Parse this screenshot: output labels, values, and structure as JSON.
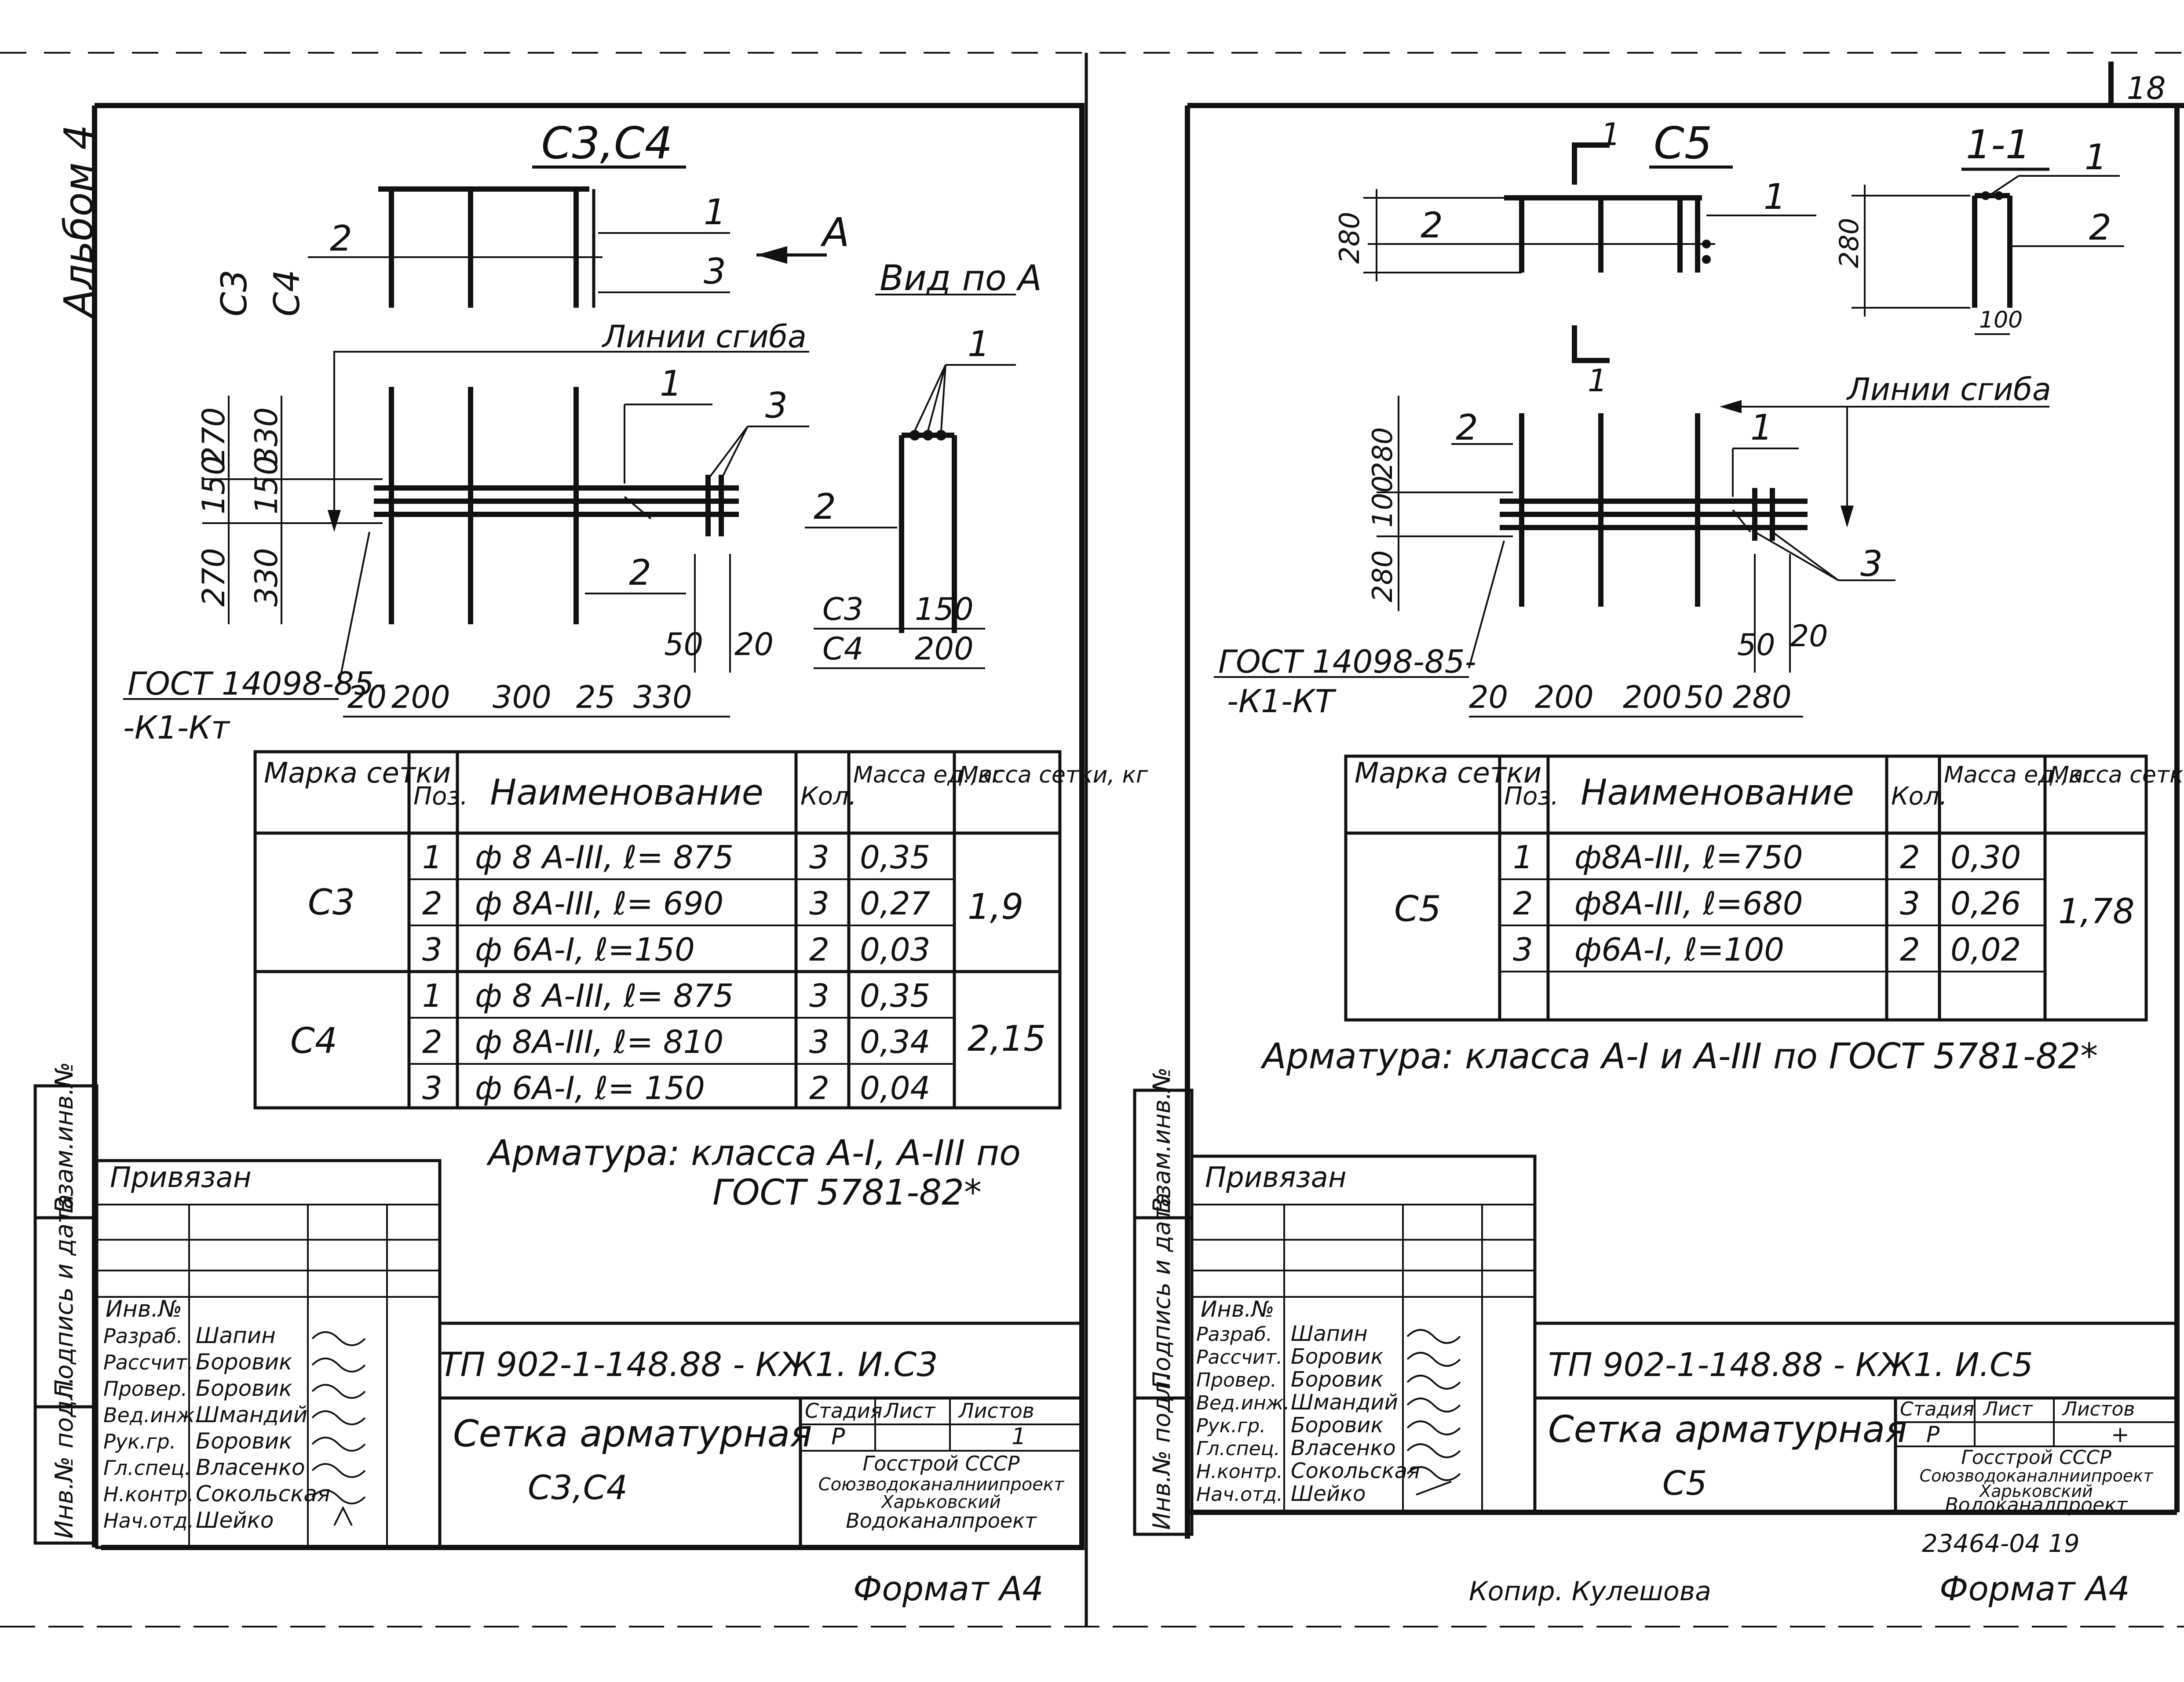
{
  "page_number": "18",
  "album": "Альбом 4",
  "format_left": "Формат А4",
  "format_right": "Формат А4",
  "copier": "Копир. Кулешова",
  "archive_number": "23464-04 19",
  "margin_labels": [
    "Инв.№ подл.",
    "Подпись и дата",
    "Взам.инв.№"
  ],
  "sheets": [
    {
      "id": "c3c4",
      "plan_title": "С3,С4",
      "side_labels": [
        "С3",
        "С4"
      ],
      "view_label": "Вид по А",
      "arrow_letter": "А",
      "bend_label": "Линии сгиба",
      "gost_label_1": "ГОСТ 14098-85-",
      "gost_label_2": "-К1-Кт",
      "pos_labels": [
        "1",
        "2",
        "3"
      ],
      "vert_dims": [
        "270",
        "150",
        "270"
      ],
      "vert_dims_2": [
        "330",
        "150",
        "330"
      ],
      "horiz_dims": [
        "20",
        "200",
        "300",
        "25",
        "330"
      ],
      "small_dims": [
        "50",
        "20"
      ],
      "section_table": [
        [
          "С3",
          "150"
        ],
        [
          "С4",
          "200"
        ]
      ],
      "table": {
        "headers": [
          "Марка сетки",
          "Поз.",
          "Наименование",
          "Кол.",
          "Масса ед.,кг",
          "Масса сетки, кг"
        ],
        "groups": [
          {
            "mark": "С3",
            "total": "1,9",
            "rows": [
              [
                "1",
                "ф 8 А-III, ℓ= 875",
                "3",
                "0,35"
              ],
              [
                "2",
                "ф 8А-III, ℓ= 690",
                "3",
                "0,27"
              ],
              [
                "3",
                "ф 6А-I, ℓ=150",
                "2",
                "0,03"
              ]
            ]
          },
          {
            "mark": "С4",
            "total": "2,15",
            "rows": [
              [
                "1",
                "ф 8 А-III, ℓ= 875",
                "3",
                "0,35"
              ],
              [
                "2",
                "ф 8А-III, ℓ= 810",
                "3",
                "0,34"
              ],
              [
                "3",
                "ф 6А-I, ℓ= 150",
                "2",
                "0,04"
              ]
            ]
          }
        ]
      },
      "note_1": "Арматура: класса А-I, А-III по",
      "note_2": "ГОСТ 5781-82*",
      "stamp": {
        "bound": "Привязан",
        "inv": "Инв.№",
        "doc_code": "ТП 902-1-148.88 - КЖ1. И.С3",
        "title_1": "Сетка арматурная",
        "title_2": "С3,С4",
        "stage_h": "Стадия",
        "sheet_h": "Лист",
        "sheets_h": "Листов",
        "stage": "Р",
        "sheet": "",
        "sheets": "1",
        "org_1": "Госстрой СССР",
        "org_2": "Союзводоканалниипроект",
        "org_3": "Харьковский",
        "org_4": "Водоканалпроект",
        "people": [
          [
            "Разраб.",
            "Шапин"
          ],
          [
            "Рассчит.",
            "Боровик"
          ],
          [
            "Провер.",
            "Боровик"
          ],
          [
            "Вед.инж.",
            "Шмандий"
          ],
          [
            "Рук.гр.",
            "Боровик"
          ],
          [
            "Гл.спец.",
            "Власенко"
          ],
          [
            "Н.контр.",
            "Сокольская"
          ],
          [
            "Нач.отд.",
            "Шейко"
          ]
        ]
      }
    },
    {
      "id": "c5",
      "plan_title": "С5",
      "section_marker": "1",
      "section_title": "1-1",
      "bend_label": "Линии сгиба",
      "gost_label_1": "ГОСТ 14098-85-",
      "gost_label_2": "-К1-КТ",
      "pos_labels": [
        "1",
        "2",
        "3"
      ],
      "vert_dims": [
        "280",
        "100",
        "280"
      ],
      "elev_dim": "280",
      "section_dims": [
        "280",
        "100"
      ],
      "horiz_dims": [
        "20",
        "200",
        "200",
        "50",
        "280"
      ],
      "small_dims": [
        "50",
        "20"
      ],
      "table": {
        "headers": [
          "Марка сетки",
          "Поз.",
          "Наименование",
          "Кол.",
          "Масса ед.,кг",
          "Масса сетки, кг"
        ],
        "groups": [
          {
            "mark": "С5",
            "total": "1,78",
            "rows": [
              [
                "1",
                "ф8А-III, ℓ=750",
                "2",
                "0,30"
              ],
              [
                "2",
                "ф8А-III, ℓ=680",
                "3",
                "0,26"
              ],
              [
                "3",
                "ф6А-I, ℓ=100",
                "2",
                "0,02"
              ]
            ]
          }
        ]
      },
      "note_1": "Арматура: класса А-I и А-III по ГОСТ 5781-82*",
      "stamp": {
        "bound": "Привязан",
        "inv": "Инв.№",
        "doc_code": "ТП 902-1-148.88 - КЖ1. И.С5",
        "title_1": "Сетка арматурная",
        "title_2": "С5",
        "stage_h": "Стадия",
        "sheet_h": "Лист",
        "sheets_h": "Листов",
        "stage": "Р",
        "sheet": "",
        "sheets": "+",
        "org_1": "Госстрой СССР",
        "org_2": "Союзводоканалниипроект",
        "org_3": "Харьковский",
        "org_4": "Водоканалпроект",
        "people": [
          [
            "Разраб.",
            "Шапин"
          ],
          [
            "Рассчит.",
            "Боровик"
          ],
          [
            "Провер.",
            "Боровик"
          ],
          [
            "Вед.инж.",
            "Шмандий"
          ],
          [
            "Рук.гр.",
            "Боровик"
          ],
          [
            "Гл.спец.",
            "Власенко"
          ],
          [
            "Н.контр.",
            "Сокольская"
          ],
          [
            "Нач.отд.",
            "Шейко"
          ]
        ]
      }
    }
  ]
}
